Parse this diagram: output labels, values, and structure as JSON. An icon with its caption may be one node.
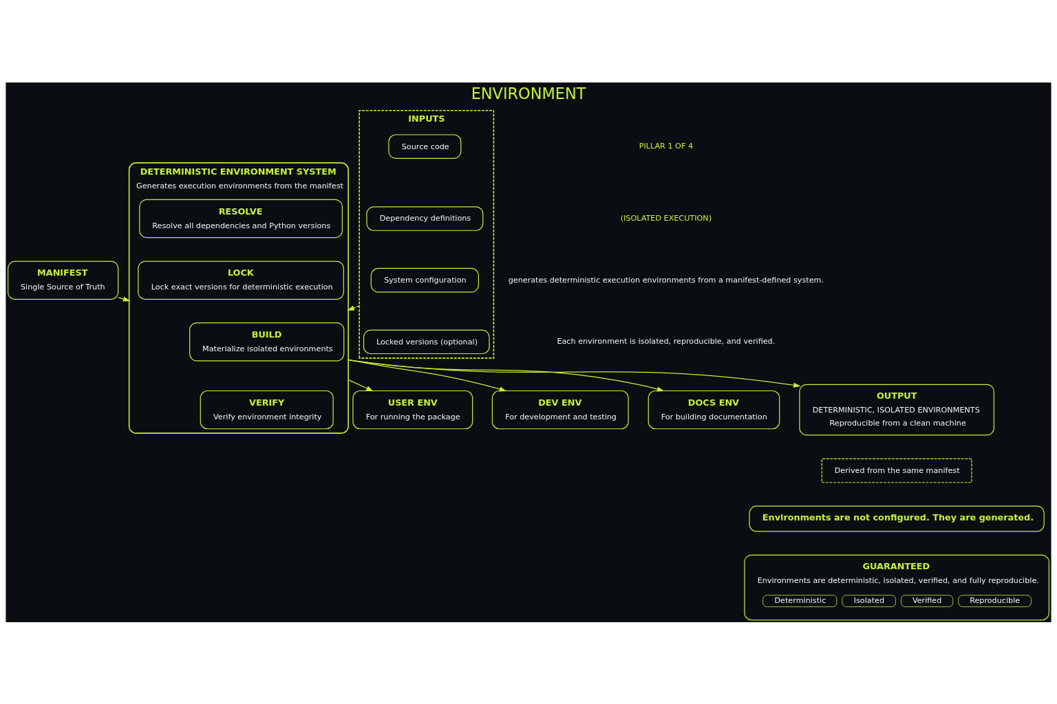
{
  "diagram": {
    "title": "ENVIRONMENT",
    "nodes": [
      {
        "text": [
          "MANIFEST",
          "Single Source of Truth"
        ]
      },
      {
        "text": [
          "DETERMINISTIC ENVIRONMENT SYSTEM",
          "Generates execution environments from the manifest"
        ]
      },
      {
        "text": [
          "RESOLVE",
          "Resolve all dependencies and Python versions"
        ],
        "in": 1
      },
      {
        "text": [
          "LOCK",
          "Lock exact versions for deterministic execution"
        ],
        "in": 1
      },
      {
        "text": [
          "BUILD",
          "Materialize isolated environments"
        ],
        "in": 1
      },
      {
        "text": [
          "VERIFY",
          "Verify environment integrity"
        ],
        "in": 1
      },
      {
        "text": [
          "INPUTS"
        ]
      },
      {
        "text": [
          "Source code"
        ],
        "in": 6
      },
      {
        "text": [
          "Dependency definitions"
        ],
        "in": 6
      },
      {
        "text": [
          "System configuration"
        ],
        "in": 6
      },
      {
        "text": [
          "Locked versions (optional)"
        ],
        "in": 6
      },
      {
        "text": [
          "USER ENV",
          "For running the package"
        ]
      },
      {
        "text": [
          "DEV ENV",
          "For development and testing"
        ]
      },
      {
        "text": [
          "DOCS ENV",
          "For building documentation"
        ]
      },
      {
        "text": [
          "Derived from the same manifest"
        ]
      },
      {
        "text": [
          "OUTPUT",
          "DETERMINISTIC, ISOLATED ENVIRONMENTS",
          "Reproducible from a clean machine"
        ]
      },
      {
        "text": [
          "Environments are not configured. They are generated."
        ]
      },
      {
        "text": [
          "GUARANTEED",
          "Environments are deterministic, isolated, verified, and fully reproducible.",
          "Deterministic",
          "Isolated",
          "Verified",
          "Reproducible"
        ]
      }
    ],
    "edges": [
      {
        "from": 0,
        "to": 1,
        "arrow": "to"
      },
      {
        "from": 6,
        "to": 1,
        "arrow": "to",
        "style": "dashed"
      },
      {
        "from": 1,
        "to": 11,
        "arrow": "to"
      },
      {
        "from": 1,
        "to": 12,
        "arrow": "to"
      },
      {
        "from": 1,
        "to": 13,
        "arrow": "to"
      },
      {
        "from": 1,
        "to": 15,
        "arrow": "to"
      }
    ],
    "labels": [
      "PILLAR 1 OF 4",
      "(ISOLATED EXECUTION)",
      "generates deterministic execution environments from a manifest-defined system.",
      "Each environment is isolated, reproducible, and verified."
    ]
  }
}
